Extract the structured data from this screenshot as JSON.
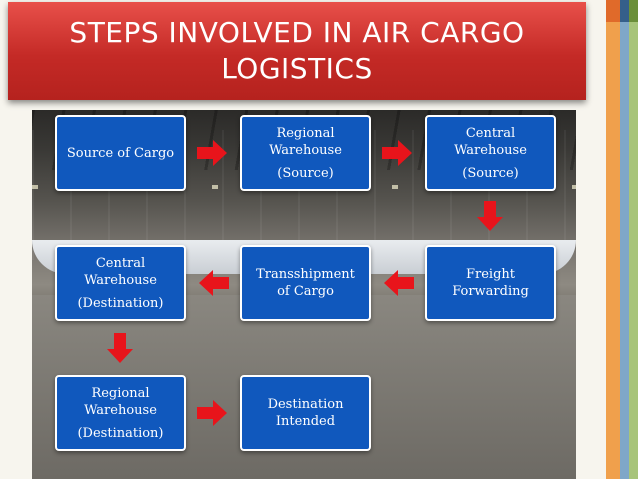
{
  "title": "STEPS INVOLVED IN AIR CARGO\nLOGISTICS",
  "steps": {
    "source_of_cargo": {
      "line1": "Source of Cargo"
    },
    "regional_source": {
      "line1": "Regional Warehouse",
      "line2": "(Source)"
    },
    "central_source": {
      "line1": "Central Warehouse",
      "line2": "(Source)"
    },
    "central_destination": {
      "line1": "Central Warehouse",
      "line2": "(Destination)"
    },
    "transshipment": {
      "line1": "Transshipment of Cargo"
    },
    "freight_forwarding": {
      "line1": "Freight Forwarding"
    },
    "regional_destination": {
      "line1": "Regional Warehouse",
      "line2": "(Destination)"
    },
    "destination_intended": {
      "line1": "Destination Intended"
    }
  },
  "colors": {
    "title_red": "#c42a26",
    "box_blue": "#1058bd",
    "arrow_red": "#e8141b"
  },
  "icons": {
    "arrow_right": "right-arrow-icon",
    "arrow_down": "down-arrow-icon",
    "arrow_left": "left-arrow-icon"
  }
}
